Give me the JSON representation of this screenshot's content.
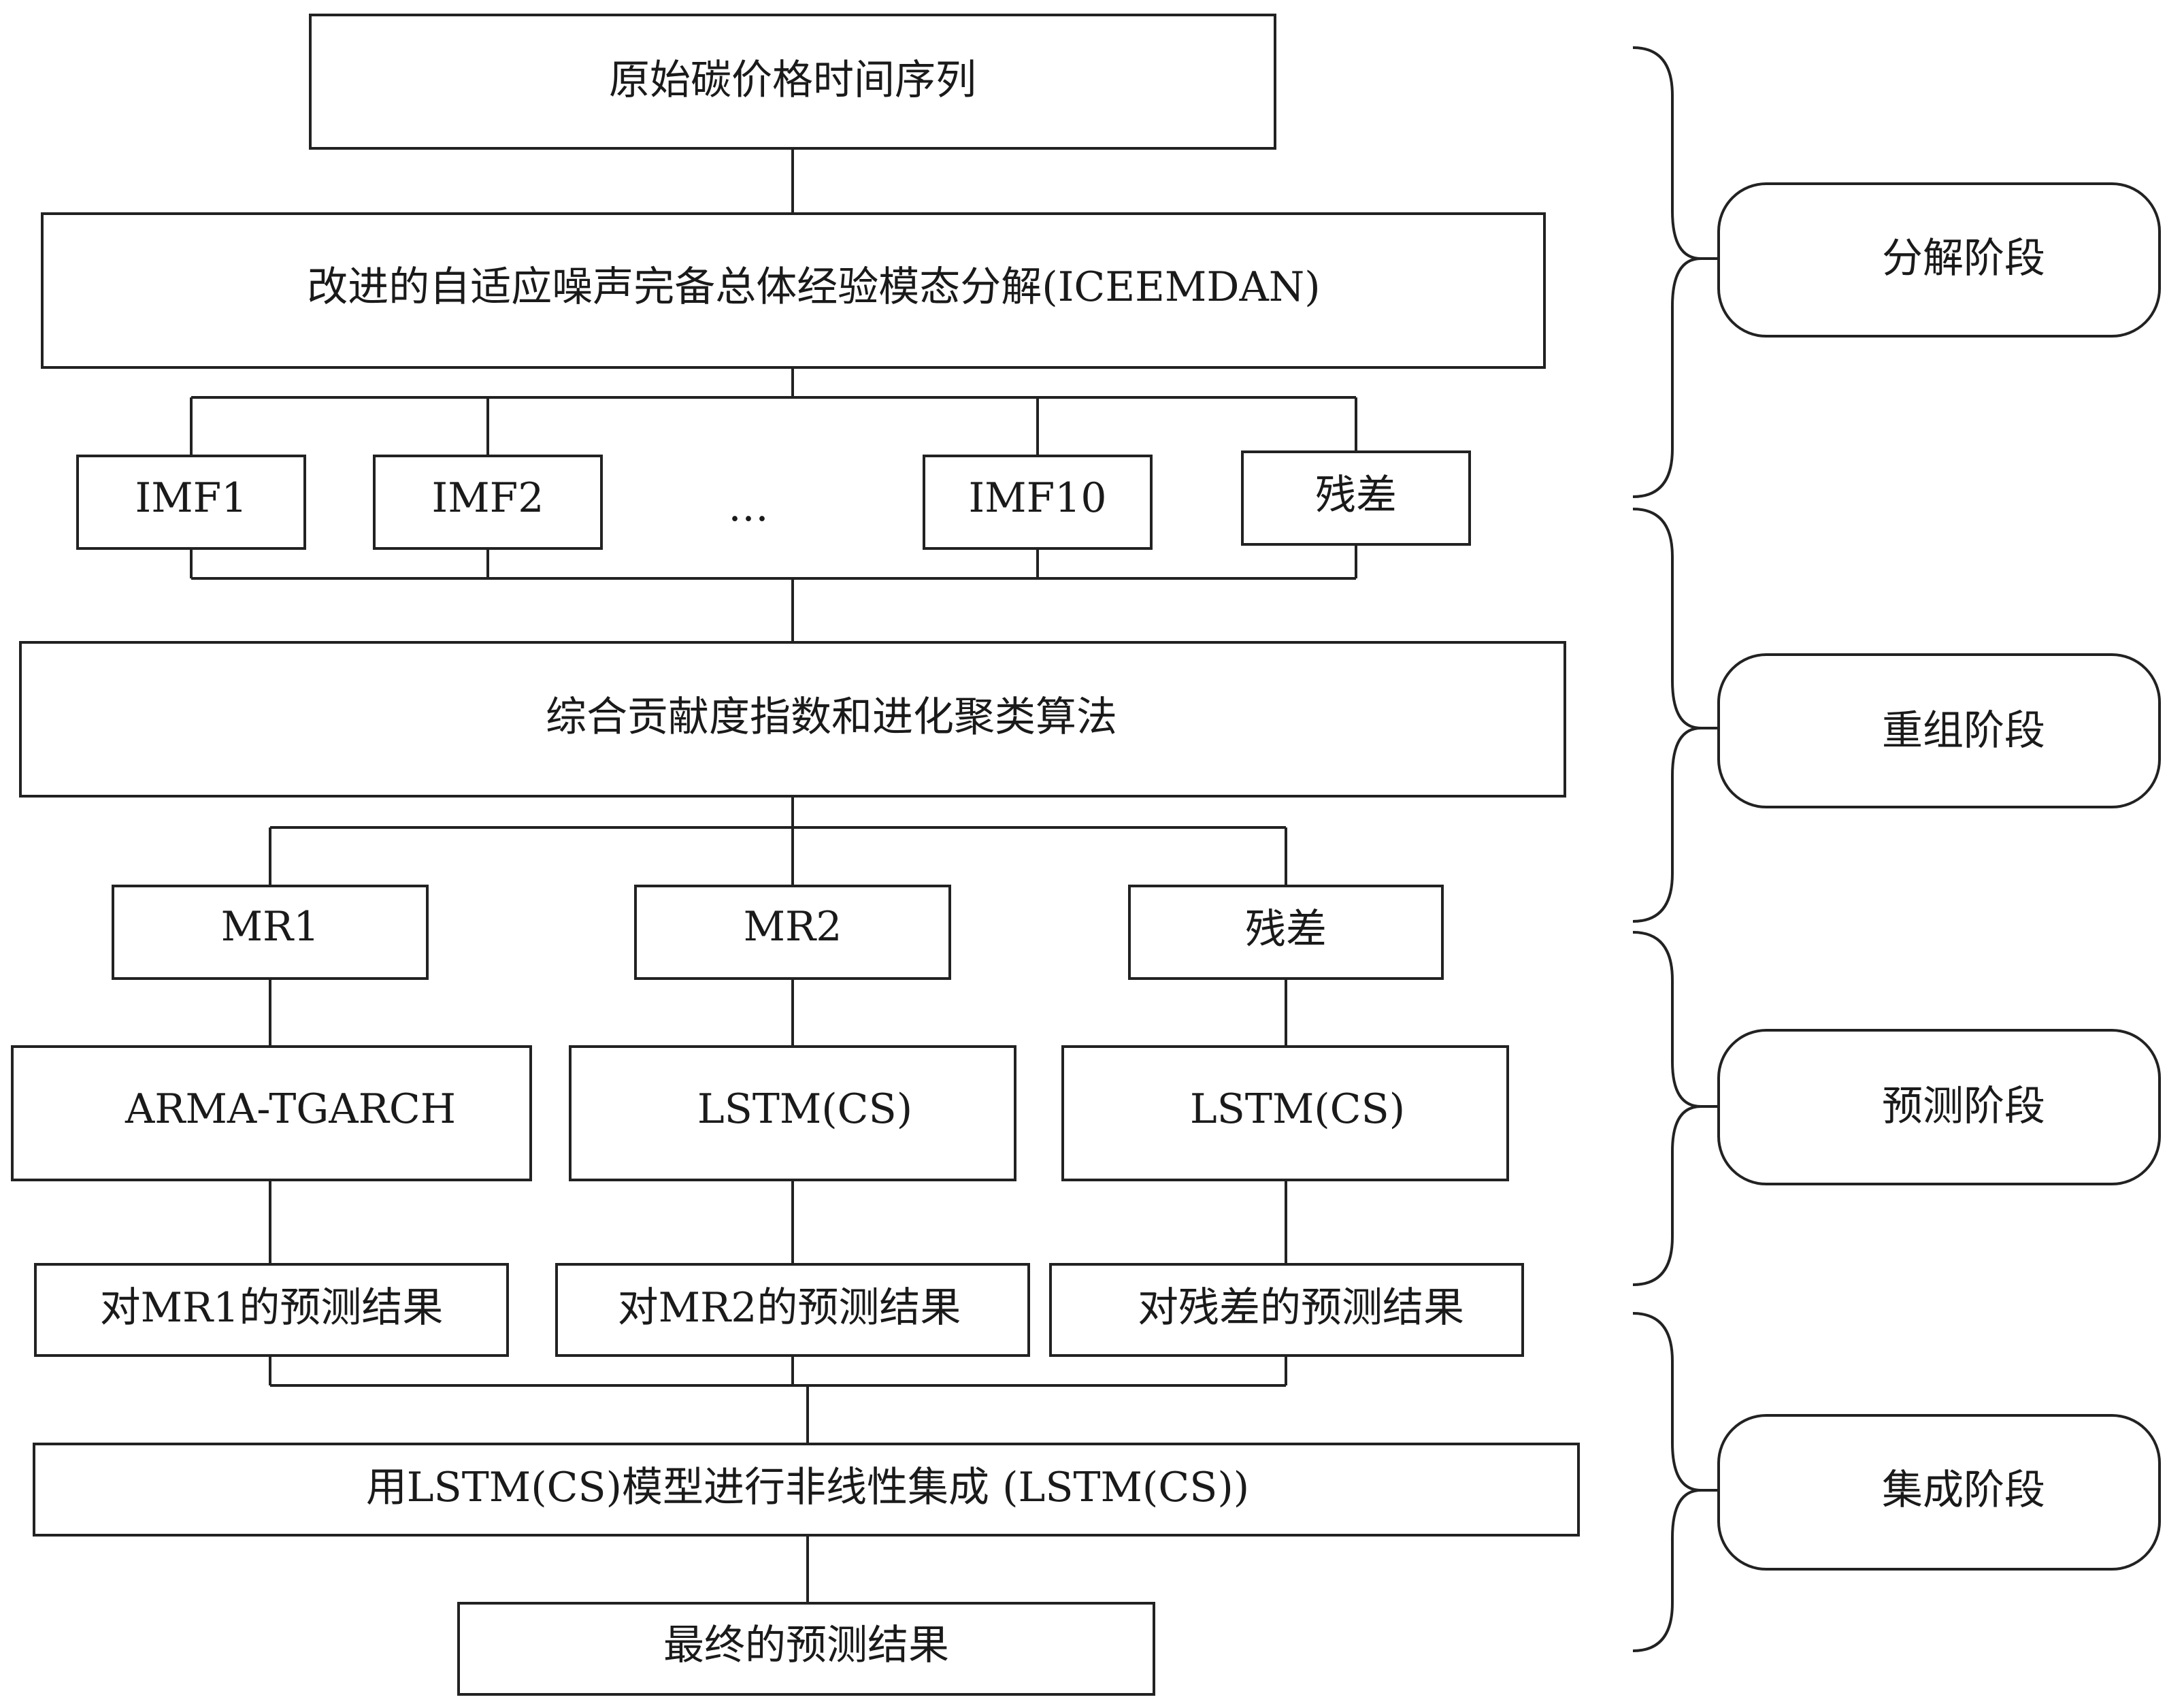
{
  "nodes": {
    "original": "原始碳价格时间序列",
    "iceemdan": "改进的自适应噪声完备总体经验模态分解(ICEEMDAN)",
    "imf1": "IMF1",
    "imf2": "IMF2",
    "ellipsis": "…",
    "imf10": "IMF10",
    "residual1": "残差",
    "clustering": "综合贡献度指数和进化聚类算法",
    "mr1": "MR1",
    "mr2": "MR2",
    "residual2": "残差",
    "arma": "ARMA-TGARCH",
    "lstm1": "LSTM(CS)",
    "lstm2": "LSTM(CS)",
    "pred_mr1": "对MR1的预测结果",
    "pred_mr2": "对MR2的预测结果",
    "pred_res": "对残差的预测结果",
    "integration": "用LSTM(CS)模型进行非线性集成 (LSTM(CS))",
    "final": "最终的预测结果"
  },
  "stages": {
    "decomposition": "分解阶段",
    "reconstruction": "重组阶段",
    "prediction": "预测阶段",
    "integration": "集成阶段"
  }
}
